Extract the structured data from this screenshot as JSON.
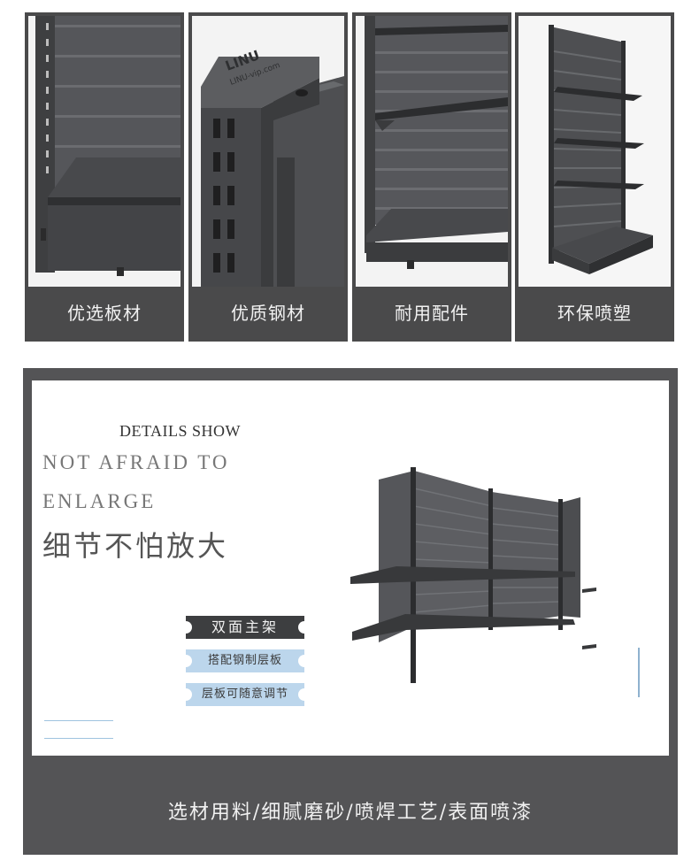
{
  "features": [
    {
      "caption": "优选板材",
      "icon": "slatted-panel-closeup"
    },
    {
      "caption": "优质钢材",
      "icon": "steel-post-closeup"
    },
    {
      "caption": "耐用配件",
      "icon": "shelf-bracket-closeup"
    },
    {
      "caption": "环保喷塑",
      "icon": "single-sided-shelf"
    }
  ],
  "post_logo": {
    "brand": "LINU",
    "url": "LINU-vip.com"
  },
  "details": {
    "kicker": "DETAILS SHOW",
    "line1": "NOT AFRAID TO",
    "line2": "ENLARGE",
    "title_cn": "细节不怕放大",
    "tags": [
      "双面主架",
      "搭配钢制层板",
      "层板可随意调节"
    ],
    "footer": "选材用料/细腻磨砂/喷焊工艺/表面喷漆"
  },
  "colors": {
    "frame": "#4a4a4b",
    "steel": "#3f4042",
    "tag_dark": "#3d3e40",
    "tag_light": "#bcd6ec"
  }
}
